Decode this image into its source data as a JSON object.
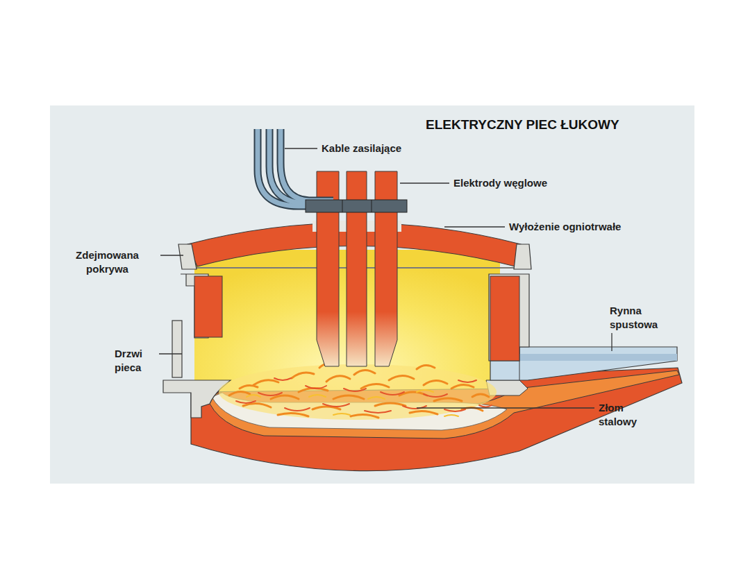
{
  "diagram": {
    "title": "ELEKTRYCZNY PIEC ŁUKOWY",
    "labels": [
      "Kable zasilające",
      "Elektrody węglowe",
      "Wyłożenie ogniotrwałe",
      "Zdejmowana pokrywa",
      "Rynna spustowa",
      "Drzwi pieca",
      "Złom stalowy"
    ]
  }
}
